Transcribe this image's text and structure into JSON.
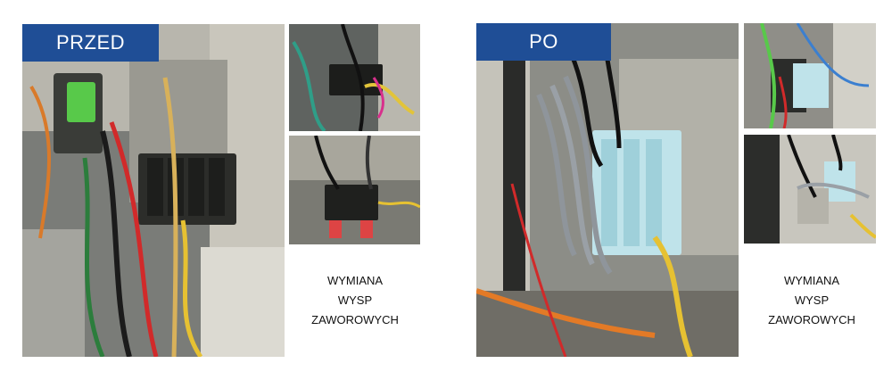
{
  "before": {
    "badge": "PRZED",
    "caption": [
      "WYMIANA",
      "WYSP",
      "ZAWOROWYCH"
    ]
  },
  "after": {
    "badge": "PO",
    "caption": [
      "WYMIANA",
      "WYSP",
      "ZAWOROWYCH"
    ]
  },
  "colors": {
    "badge_blue": "#1f4e96",
    "valve_green": "#58c94a",
    "module_lightblue": "#bfe3ea"
  }
}
